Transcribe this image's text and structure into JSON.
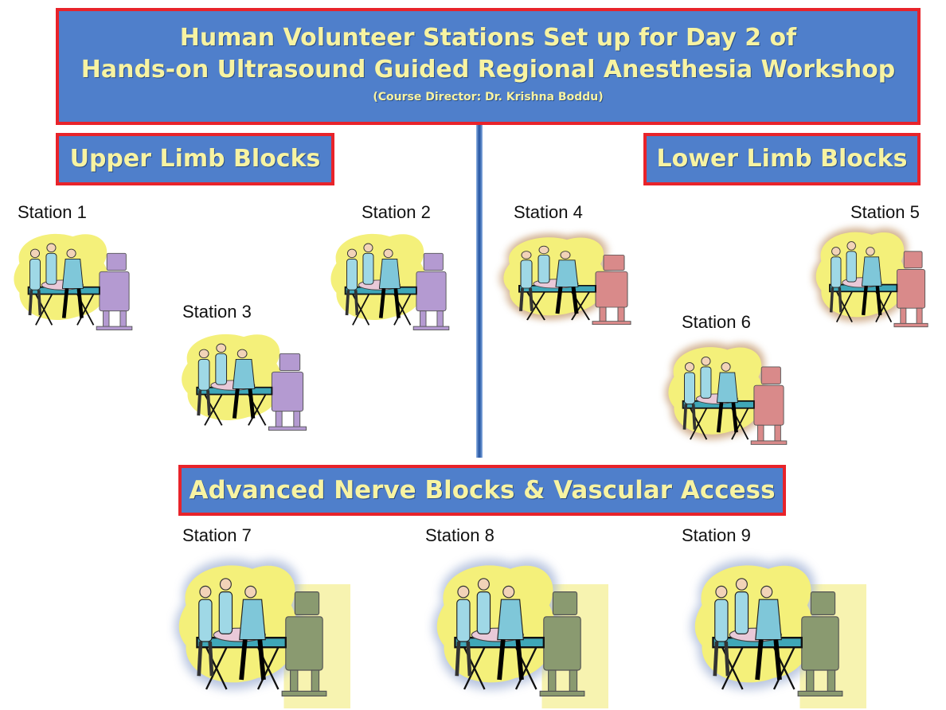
{
  "title": {
    "line1": "Human Volunteer Stations Set up for Day 2 of",
    "line2": "Hands-on Ultrasound Guided Regional Anesthesia Workshop",
    "line3": "(Course Director: Dr. Krishna Boddu)"
  },
  "sections": {
    "upper": "Upper Limb Blocks",
    "lower": "Lower Limb Blocks",
    "advanced": "Advanced Nerve Blocks & Vascular Access"
  },
  "stations": [
    {
      "label": "Station 1",
      "group": "upper",
      "machine_color": "#b49ad1",
      "glow": "#ffffff"
    },
    {
      "label": "Station 2",
      "group": "upper",
      "machine_color": "#b49ad1",
      "glow": "#ffffff"
    },
    {
      "label": "Station 3",
      "group": "upper",
      "machine_color": "#b49ad1",
      "glow": "#ffffff"
    },
    {
      "label": "Station 4",
      "group": "lower",
      "machine_color": "#d98a8a",
      "glow": "#c9a27a"
    },
    {
      "label": "Station 5",
      "group": "lower",
      "machine_color": "#d98a8a",
      "glow": "#c9a27a"
    },
    {
      "label": "Station 6",
      "group": "lower",
      "machine_color": "#d98a8a",
      "glow": "#c9a27a"
    },
    {
      "label": "Station 7",
      "group": "advanced",
      "machine_color": "#8a9a70",
      "glow": "#a8b8d8"
    },
    {
      "label": "Station 8",
      "group": "advanced",
      "machine_color": "#8a9a70",
      "glow": "#a8b8d8"
    },
    {
      "label": "Station 9",
      "group": "advanced",
      "machine_color": "#8a9a70",
      "glow": "#a8b8d8"
    }
  ],
  "colors": {
    "banner_fill": "#4f7fcb",
    "banner_border": "#e8232a",
    "banner_text": "#f7f3a2",
    "blob": "#f4f07a"
  }
}
